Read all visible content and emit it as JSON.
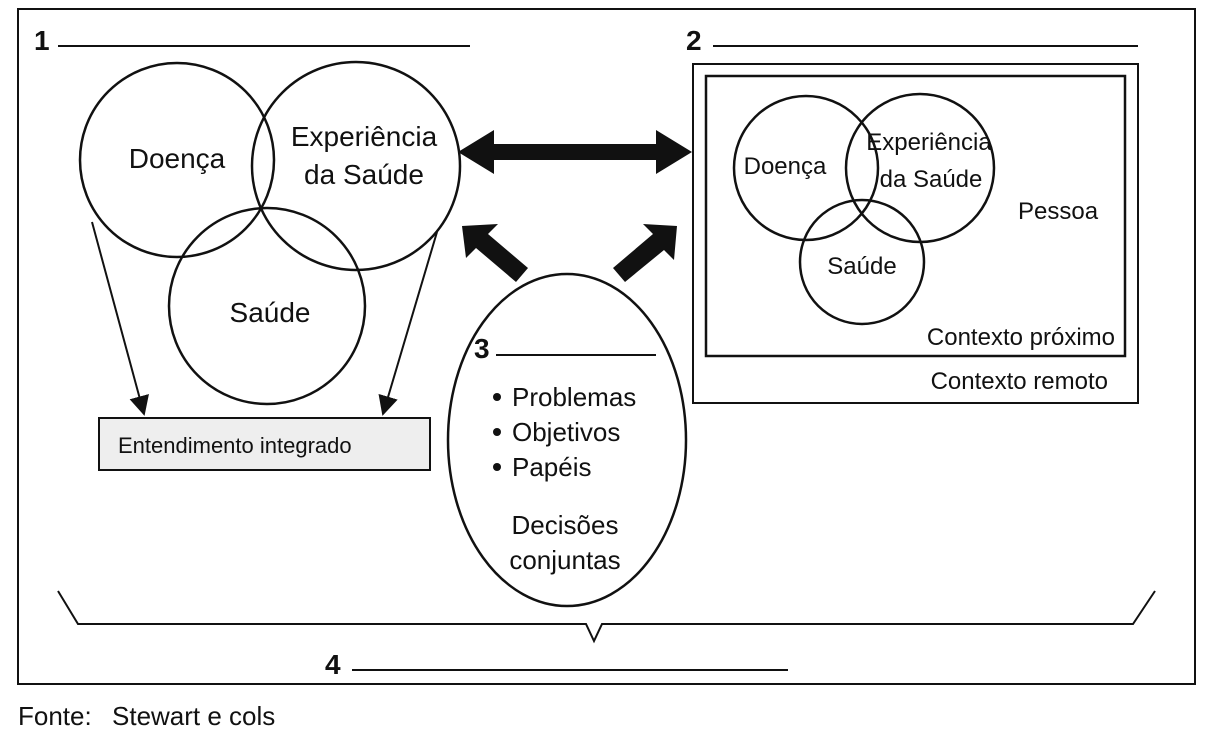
{
  "section1": {
    "number": "1",
    "circles": {
      "doenca": "Doença",
      "experiencia_l1": "Experiência",
      "experiencia_l2": "da Saúde",
      "saude": "Saúde"
    },
    "result_box": "Entendimento integrado"
  },
  "section2": {
    "number": "2",
    "circles": {
      "doenca": "Doença",
      "experiencia_l1": "Experiência",
      "experiencia_l2": "da Saúde",
      "saude": "Saúde"
    },
    "pessoa": "Pessoa",
    "contexto_proximo": "Contexto próximo",
    "contexto_remoto": "Contexto remoto"
  },
  "section3": {
    "number": "3",
    "bullets": [
      "Problemas",
      "Objetivos",
      "Papéis"
    ],
    "decisoes_l1": "Decisões",
    "decisoes_l2": "conjuntas"
  },
  "section4": {
    "number": "4"
  },
  "source": {
    "label": "Fonte:",
    "value": "Stewart e cols"
  }
}
